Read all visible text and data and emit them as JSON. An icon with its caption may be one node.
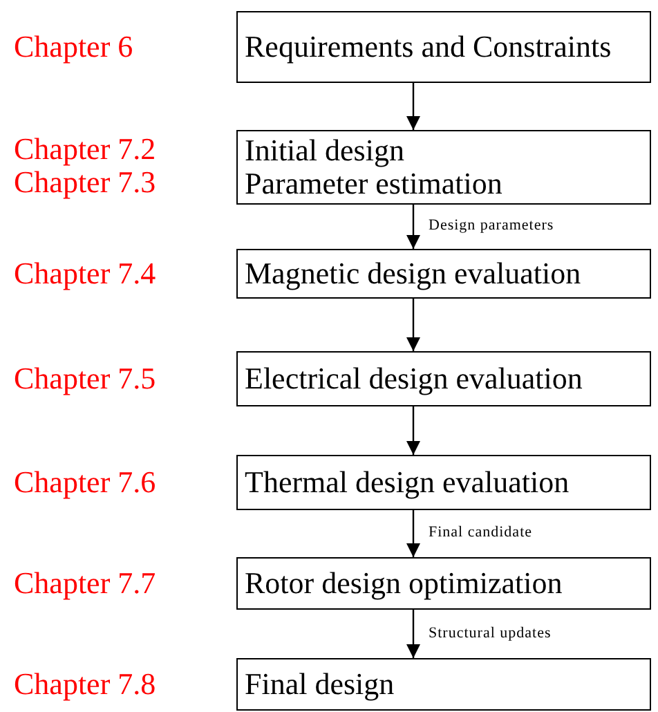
{
  "diagram": {
    "nodes": [
      {
        "text": [
          "Requirements and Constraints"
        ],
        "beside": [
          "Chapter 6"
        ]
      },
      {
        "text": [
          "Initial design",
          "Parameter estimation"
        ],
        "beside": [
          "Chapter 7.2",
          "Chapter 7.3"
        ]
      },
      {
        "text": [
          "Magnetic design evaluation"
        ],
        "beside": [
          "Chapter 7.4"
        ]
      },
      {
        "text": [
          "Electrical design evaluation"
        ],
        "beside": [
          "Chapter 7.5"
        ]
      },
      {
        "text": [
          "Thermal design evaluation"
        ],
        "beside": [
          "Chapter 7.6"
        ]
      },
      {
        "text": [
          "Rotor design optimization"
        ],
        "beside": [
          "Chapter 7.7"
        ]
      },
      {
        "text": [
          "Final design"
        ],
        "beside": [
          "Chapter 7.8"
        ]
      }
    ],
    "edges": [
      {
        "from": 0,
        "to": 1,
        "arrow": "to"
      },
      {
        "from": 1,
        "to": 2,
        "arrow": "to",
        "label": "Design parameters"
      },
      {
        "from": 2,
        "to": 3,
        "arrow": "to"
      },
      {
        "from": 3,
        "to": 4,
        "arrow": "to"
      },
      {
        "from": 4,
        "to": 5,
        "arrow": "to",
        "label": "Final candidate"
      },
      {
        "from": 5,
        "to": 6,
        "arrow": "to",
        "label": "Structural updates"
      }
    ]
  }
}
